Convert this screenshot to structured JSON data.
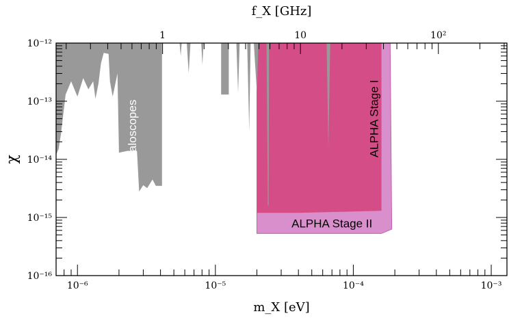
{
  "chart_data": {
    "type": "area",
    "title": "",
    "xlabel": "m_X [eV]",
    "ylabel": "χ",
    "top_xlabel": "f_X [GHz]",
    "xscale": "log",
    "yscale": "log",
    "xlim": [
      7e-07,
      0.0013
    ],
    "ylim": [
      1e-16,
      1e-12
    ],
    "top_xlim": [
      0.169,
      314.3
    ],
    "grid": false,
    "x_ticks": [
      {
        "value": 1e-06,
        "label": "10⁻⁶"
      },
      {
        "value": 1e-05,
        "label": "10⁻⁵"
      },
      {
        "value": 0.0001,
        "label": "10⁻⁴"
      },
      {
        "value": 0.001,
        "label": "10⁻³"
      }
    ],
    "y_ticks": [
      {
        "value": 1e-12,
        "label": "10⁻¹²"
      },
      {
        "value": 1e-13,
        "label": "10⁻¹³"
      },
      {
        "value": 1e-14,
        "label": "10⁻¹⁴"
      },
      {
        "value": 1e-15,
        "label": "10⁻¹⁵"
      },
      {
        "value": 1e-16,
        "label": "10⁻¹⁶"
      }
    ],
    "top_ticks": [
      {
        "value": 1,
        "label": "1"
      },
      {
        "value": 10,
        "label": "10"
      },
      {
        "value": 100,
        "label": "10²"
      }
    ],
    "colors": {
      "haloscopes": "#999999",
      "stage1": "#d44d86",
      "stage2": "#d98fcc",
      "stage2_edge": "#c060b0"
    },
    "series": [
      {
        "name": "ALPHA Stage II",
        "color": "#d98fcc",
        "points": [
          [
            2e-05,
            5.3e-16
          ],
          [
            0.00016,
            5.3e-16
          ],
          [
            0.00019,
            6.3e-16
          ],
          [
            0.000185,
            1e-12
          ],
          [
            2e-05,
            1e-12
          ]
        ]
      },
      {
        "name": "ALPHA Stage I",
        "color": "#d44d86",
        "points": [
          [
            2e-05,
            1.2e-15
          ],
          [
            4e-05,
            1.2e-15
          ],
          [
            8e-05,
            1.25e-15
          ],
          [
            0.00016,
            1.3e-15
          ],
          [
            0.00016,
            1e-12
          ],
          [
            2e-05,
            1e-12
          ]
        ]
      },
      {
        "name": "Haloscopes",
        "color": "#999999",
        "points": [
          [
            7e-07,
            1e-12
          ],
          [
            4.1e-06,
            1e-12
          ],
          [
            4.1e-06,
            3.5e-15
          ],
          [
            3.7e-06,
            3.5e-15
          ],
          [
            3.5e-06,
            4.5e-15
          ],
          [
            3.2e-06,
            3.2e-15
          ],
          [
            3e-06,
            3.6e-15
          ],
          [
            2.8e-06,
            2.8e-15
          ],
          [
            2.7e-06,
            1.4e-14
          ],
          [
            2.3e-06,
            1.4e-14
          ],
          [
            2e-06,
            1.3e-14
          ],
          [
            1.95e-06,
            3e-13
          ],
          [
            1.8e-06,
            1.2e-13
          ],
          [
            1.72e-06,
            2.2e-13
          ],
          [
            1.68e-06,
            6.5e-13
          ],
          [
            1.55e-06,
            6.8e-13
          ],
          [
            1.48e-06,
            4.5e-13
          ],
          [
            1.42e-06,
            2e-13
          ],
          [
            1.35e-06,
            1.1e-13
          ],
          [
            1.3e-06,
            2.2e-13
          ],
          [
            1.2e-06,
            1.6e-13
          ],
          [
            1.1e-06,
            2.5e-13
          ],
          [
            1e-06,
            1.2e-13
          ],
          [
            9e-07,
            2.2e-13
          ],
          [
            8.2e-07,
            1.3e-13
          ],
          [
            7.6e-07,
            2.8e-14
          ],
          [
            7.3e-07,
            1.5e-14
          ],
          [
            7e-07,
            1.2e-14
          ]
        ],
        "extra_regions": [
          [
            [
              5.5e-06,
              1e-12
            ],
            [
              5.7e-06,
              1e-12
            ],
            [
              5.6e-06,
              6e-13
            ]
          ],
          [
            [
              6.2e-06,
              1e-12
            ],
            [
              6.6e-06,
              1e-12
            ],
            [
              6.4e-06,
              3e-13
            ]
          ],
          [
            [
              7.9e-06,
              1e-12
            ],
            [
              8.2e-06,
              1e-12
            ],
            [
              8.05e-06,
              4.2e-13
            ]
          ],
          [
            [
              1.1e-05,
              1e-12
            ],
            [
              1.25e-05,
              1e-12
            ],
            [
              1.25e-05,
              1.3e-13
            ],
            [
              1.1e-05,
              1.3e-13
            ]
          ],
          [
            [
              1.42e-05,
              1e-12
            ],
            [
              1.5e-05,
              1e-12
            ],
            [
              1.46e-05,
              1.4e-13
            ]
          ],
          [
            [
              1.7e-05,
              1e-12
            ],
            [
              1.8e-05,
              1e-12
            ],
            [
              1.76e-05,
              3e-14
            ]
          ],
          [
            [
              1.9e-05,
              1e-12
            ],
            [
              2.05e-05,
              1e-12
            ],
            [
              2e-05,
              1.4e-13
            ]
          ],
          [
            [
              2.35e-05,
              1e-12
            ],
            [
              2.45e-05,
              1e-12
            ],
            [
              2.43e-05,
              1.6e-15
            ],
            [
              2.4e-05,
              1.6e-15
            ]
          ],
          [
            [
              6.4e-05,
              1e-12
            ],
            [
              6.8e-05,
              1e-12
            ],
            [
              6.6e-05,
              1.5e-14
            ]
          ]
        ]
      }
    ],
    "annotations": [
      {
        "text": "Haloscopes",
        "x": 2.5e-06,
        "y": 3.2e-14,
        "rotation": -90,
        "color": "#ffffff"
      },
      {
        "text": "ALPHA Stage I",
        "x": 0.000142,
        "y": 5e-14,
        "rotation": -90,
        "color": "#000000"
      },
      {
        "text": "ALPHA Stage II",
        "x": 7e-05,
        "y": 7.8e-16,
        "rotation": 0,
        "color": "#000000"
      }
    ]
  }
}
